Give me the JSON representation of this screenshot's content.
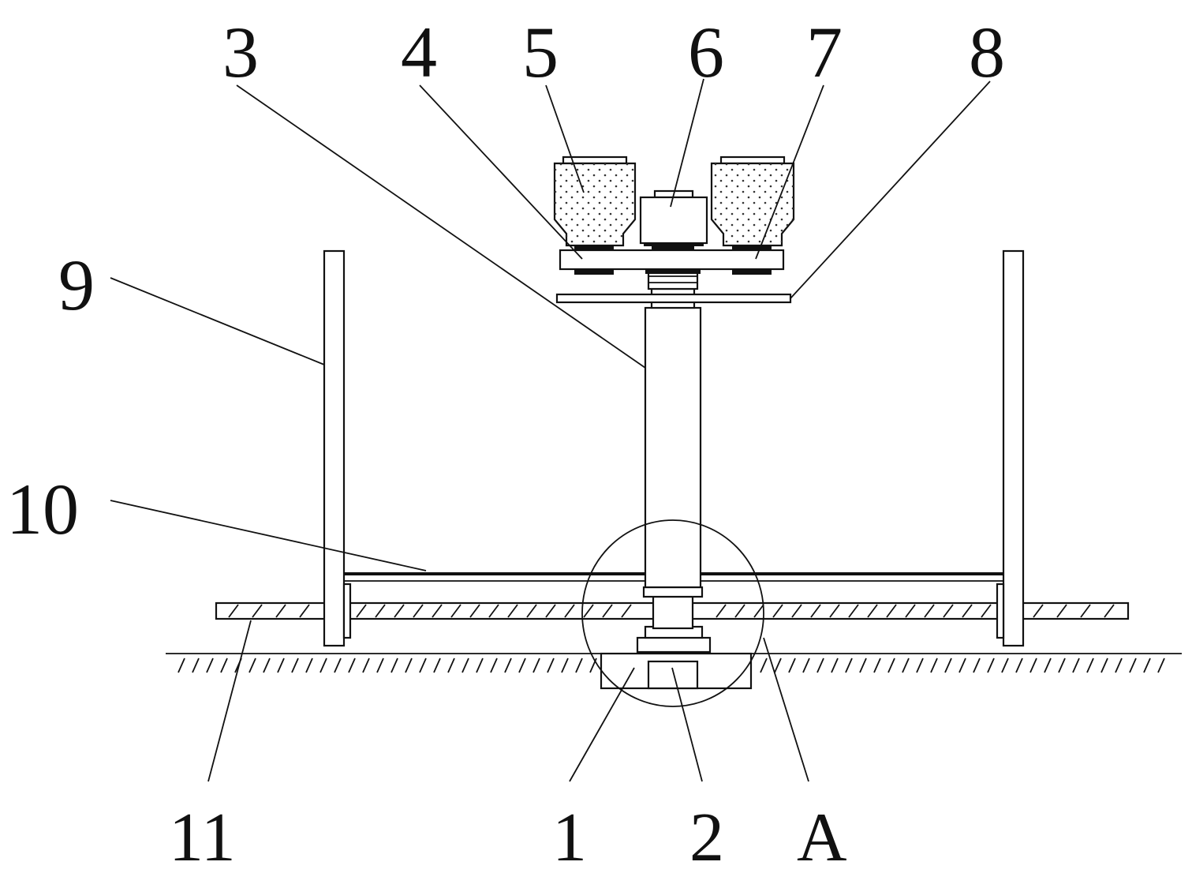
{
  "figure": {
    "labels": {
      "l1": "1",
      "l2": "2",
      "l3": "3",
      "l4": "4",
      "l5": "5",
      "l6": "6",
      "l7": "7",
      "l8": "8",
      "l9": "9",
      "l10": "10",
      "l11": "11",
      "lA": "A"
    }
  }
}
